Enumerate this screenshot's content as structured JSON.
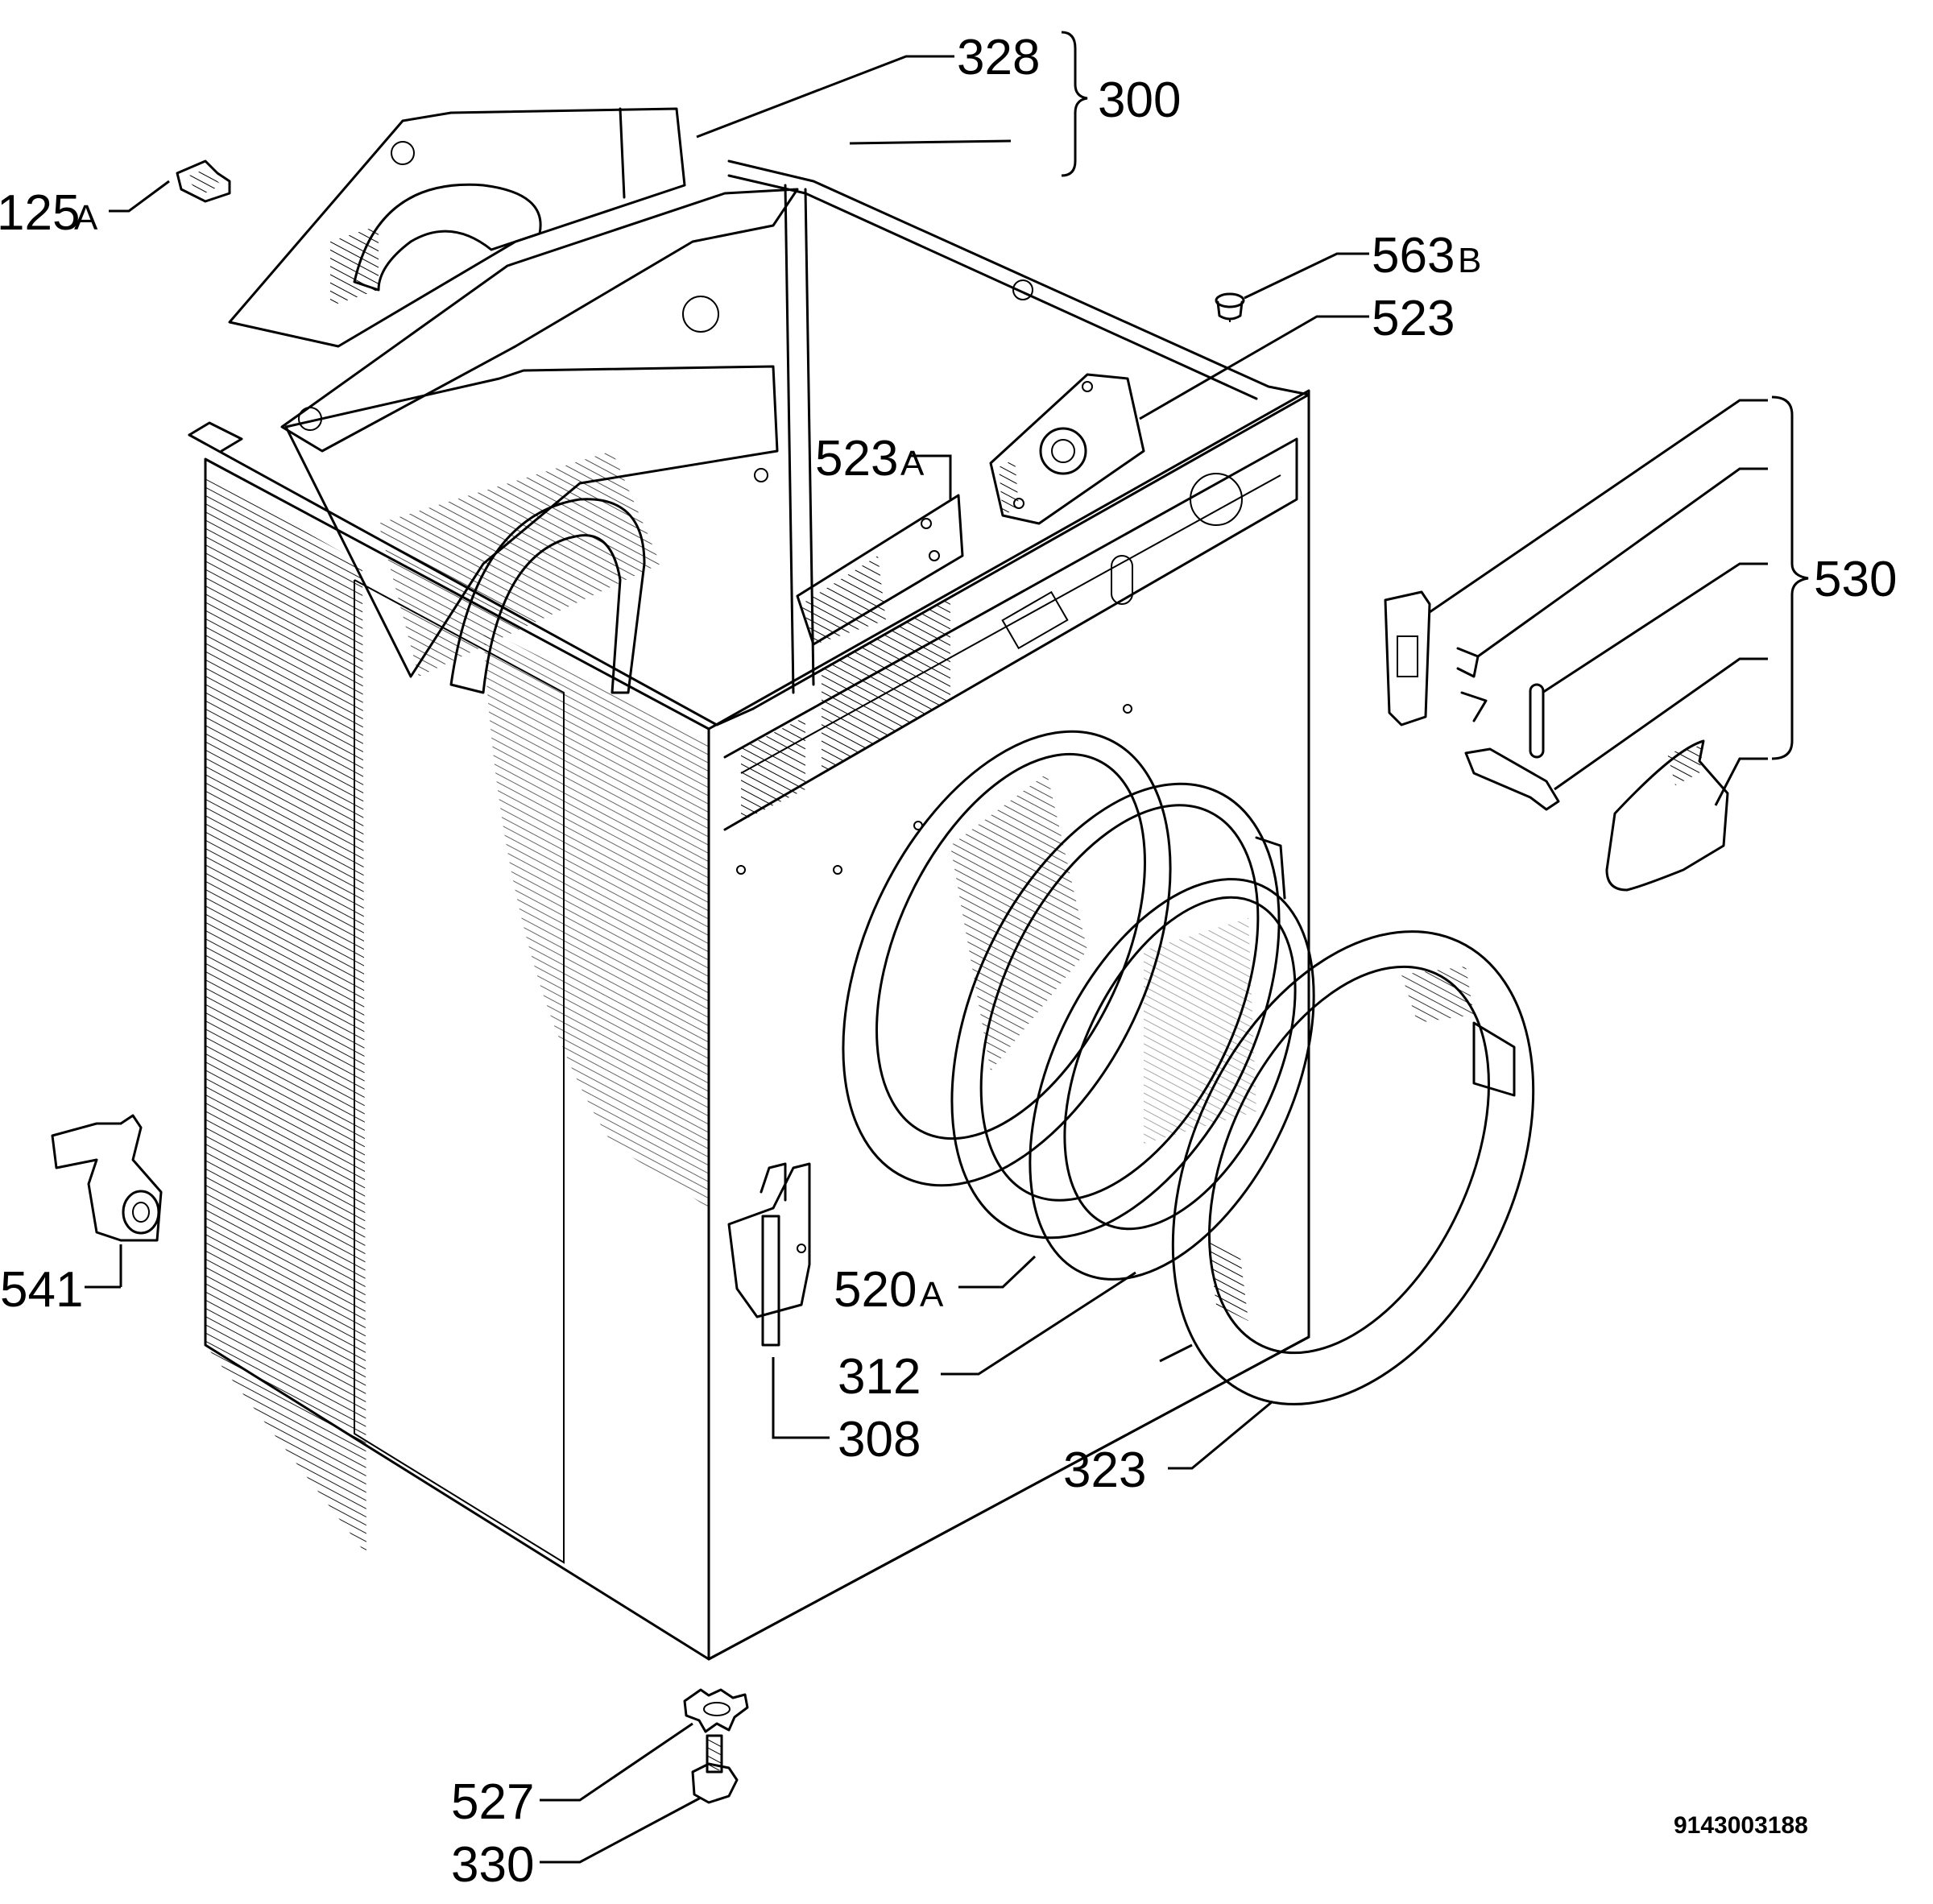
{
  "labels": {
    "p328": "328",
    "p300": "300",
    "p125": "125",
    "p125_suffix": "A",
    "p563": "563",
    "p563_suffix": "B",
    "p523": "523",
    "p523a": "523",
    "p523a_suffix": "A",
    "p530": "530",
    "p541": "541",
    "p520a": "520",
    "p520a_suffix": "A",
    "p312": "312",
    "p308": "308",
    "p323": "323",
    "p527": "527",
    "p330": "330"
  },
  "reference_number": "9143003188"
}
